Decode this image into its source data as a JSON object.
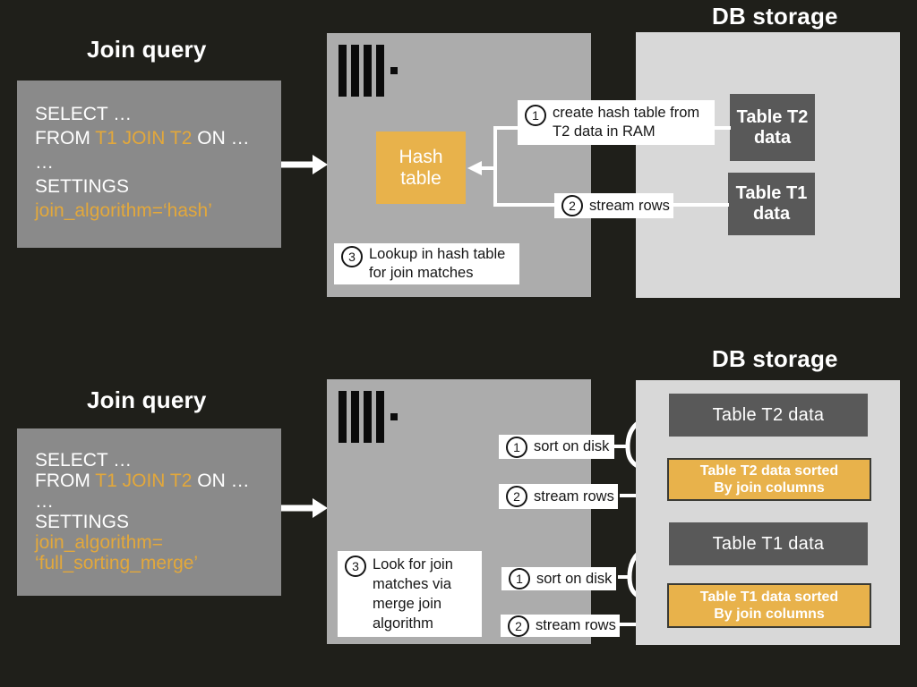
{
  "top": {
    "query_title": "Join query",
    "sql": {
      "select": "SELECT …",
      "from_kw": "FROM ",
      "from_tables": "T1 JOIN T2",
      "from_tail": " ON …",
      "ellipsis": "…",
      "settings": "SETTINGS",
      "algo1": "join_algorithm=‘hash’"
    },
    "hash_table_label": "Hash table",
    "steps": {
      "s1_num": "1",
      "s1_line1": "create hash table from",
      "s1_line2": "T2 data in RAM",
      "s2_num": "2",
      "s2_text": "stream rows",
      "s3_num": "3",
      "s3_line1": "Lookup in hash table",
      "s3_line2": "for join matches"
    },
    "db_title": "DB storage",
    "t2_line1": "Table T2",
    "t2_line2": "data",
    "t1_line1": "Table T1",
    "t1_line2": "data"
  },
  "bottom": {
    "query_title": "Join query",
    "sql": {
      "select": "SELECT …",
      "from_kw": "FROM ",
      "from_tables": "T1 JOIN T2",
      "from_tail": " ON …",
      "ellipsis": "…",
      "settings": "SETTINGS",
      "algo1": "join_algorithm=",
      "algo2": "‘full_sorting_merge’"
    },
    "steps": {
      "sort1_num": "1",
      "sort1_text": "sort on disk",
      "stream1_num": "2",
      "stream1_text": "stream rows",
      "s3_num": "3",
      "s3_line1": "Look for join",
      "s3_line2": "matches via",
      "s3_line3": "merge join",
      "s3_line4": "algorithm",
      "sort2_num": "1",
      "sort2_text": "sort on disk",
      "stream2_num": "2",
      "stream2_text": "stream rows"
    },
    "db_title": "DB storage",
    "t2_data": "Table T2 data",
    "t2_sorted_line1": "Table T2 data sorted",
    "t2_sorted_line2": "By join columns",
    "t1_data": "Table T1 data",
    "t1_sorted_line1": "Table T1 data sorted",
    "t1_sorted_line2": "By join columns"
  },
  "colors": {
    "background": "#1F1F1A",
    "sql_box": "#8A8A8A",
    "server_box": "#ACACAC",
    "db_box": "#D8D8D8",
    "dark_table": "#595959",
    "accent_orange": "#E8B24B",
    "orange_text": "#E3A83B"
  }
}
